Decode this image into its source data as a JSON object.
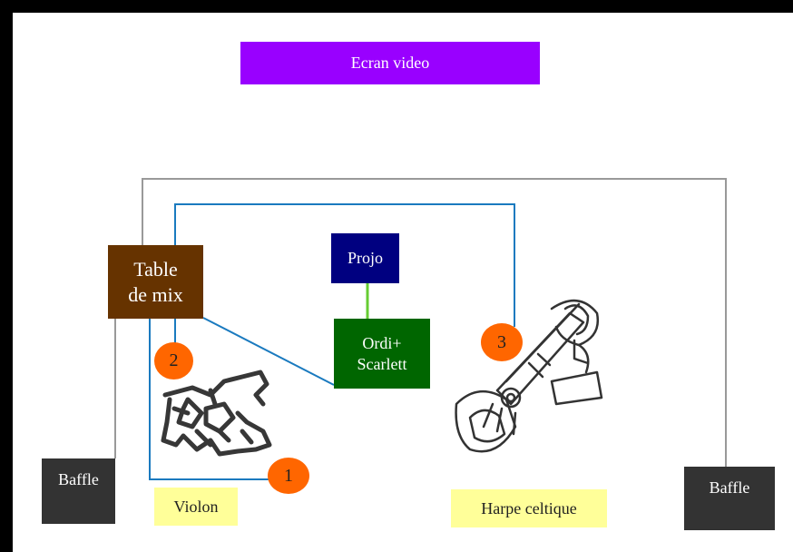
{
  "colors": {
    "screen": "#9900ff",
    "mix": "#663300",
    "projo": "#000080",
    "ordi": "#006600",
    "baffle": "#333333",
    "label_bg": "#ffff99",
    "badge": "#ff6600",
    "wire_blue": "#1a7abf",
    "wire_gray": "#999999",
    "wire_green": "#66cc33"
  },
  "nodes": {
    "screen": "Ecran video",
    "mix_line1": "Table",
    "mix_line2": "de mix",
    "projo": "Projo",
    "ordi_line1": "Ordi+",
    "ordi_line2": "Scarlett",
    "baffle_left": "Baffle",
    "baffle_right": "Baffle"
  },
  "instruments": {
    "violin": "Violon",
    "harp": "Harpe celtique"
  },
  "badges": {
    "one": "1",
    "two": "2",
    "three": "3"
  },
  "icons": {
    "violin": "violin-sketch-icon",
    "harp": "celtic-harp-sketch-icon"
  }
}
